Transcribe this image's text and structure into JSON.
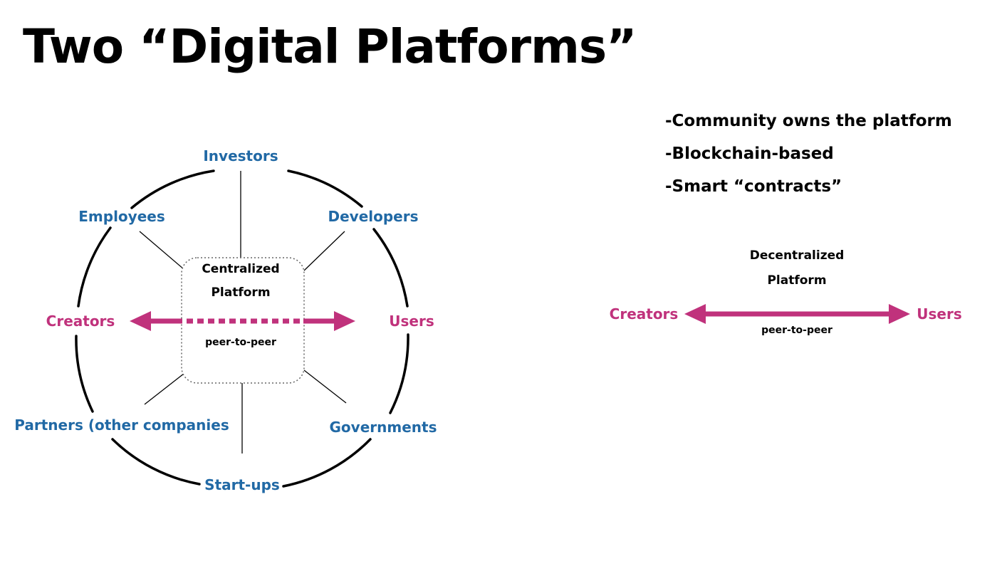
{
  "title": "Two “Digital Platforms”",
  "bullets": [
    "-Community owns the platform",
    "-Blockchain-based",
    "-Smart “contracts”"
  ],
  "centralized": {
    "platform_line1": "Centralized",
    "platform_line2": "Platform",
    "peer_label": "peer-to-peer",
    "stakeholders": {
      "investors": "Investors",
      "employees": "Employees",
      "developers": "Developers",
      "partners": "Partners (other companies",
      "governments": "Governments",
      "startups": "Start-ups"
    },
    "creators": "Creators",
    "users": "Users"
  },
  "decentralized": {
    "platform_line1": "Decentralized",
    "platform_line2": "Platform",
    "peer_label": "peer-to-peer",
    "creators": "Creators",
    "users": "Users"
  },
  "colors": {
    "stakeholder_blue": "#2169a5",
    "flow_pink": "#c0327c",
    "text_black": "#000000"
  }
}
